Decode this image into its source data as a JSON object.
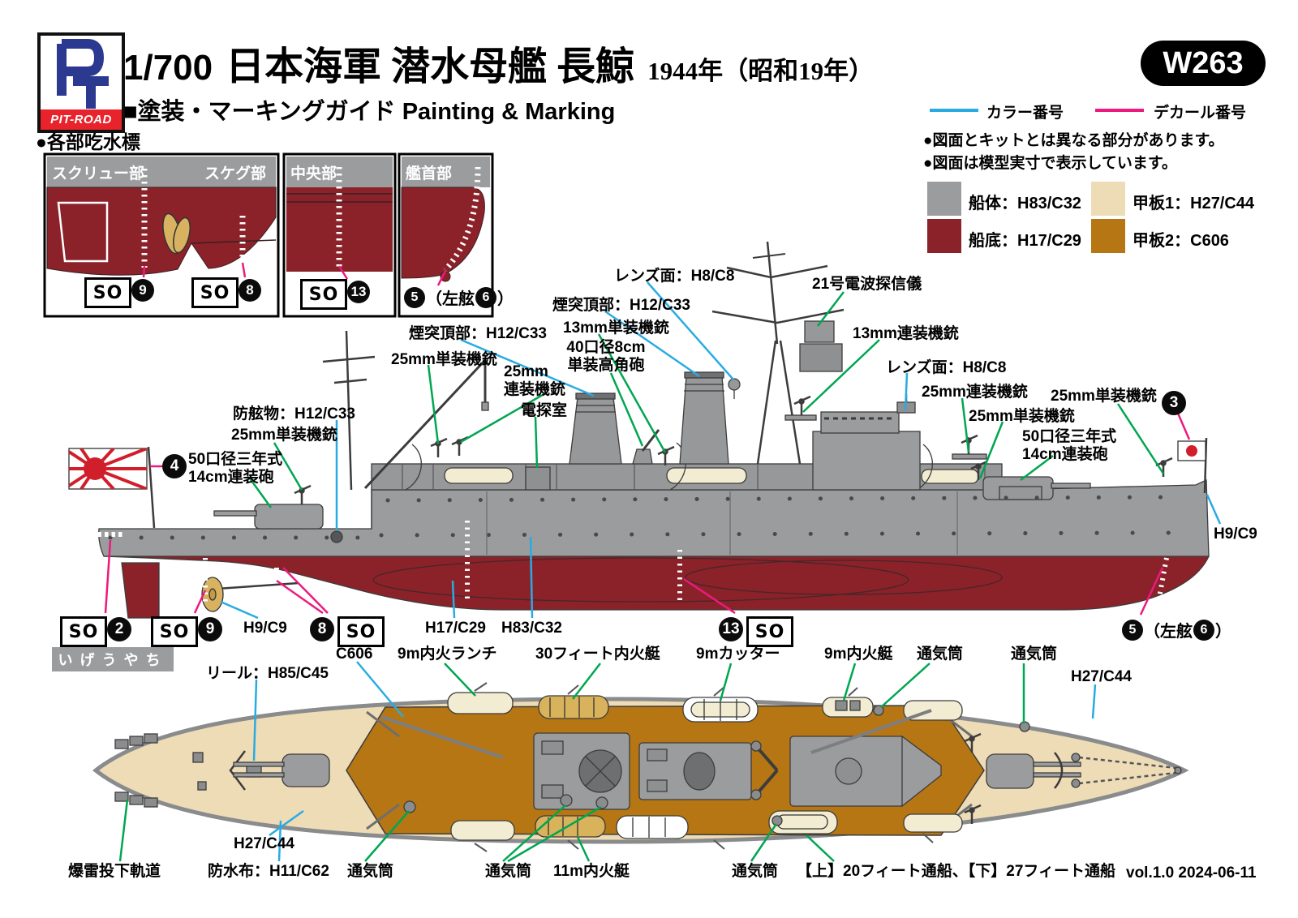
{
  "header": {
    "logo_text": "PIT-ROAD",
    "scale": "1/700",
    "title": "日本海軍 潜水母艦 長鯨",
    "year": "1944年（昭和19年）",
    "subtitle": "■塗装・マーキングガイド Painting & Marking",
    "kit_number": "W263"
  },
  "legend": {
    "color_line_label": "カラー番号",
    "decal_line_label": "デカール番号",
    "note1": "●図面とキットとは異なる部分があります。",
    "note2": "●図面は模型実寸で表示しています。",
    "swatches": [
      {
        "label": "船体：H83/C32",
        "color": "#9b9c9e"
      },
      {
        "label": "船底：H17/C29",
        "color": "#8b2229"
      },
      {
        "label": "甲板1：H27/C44",
        "color": "#eedcb6"
      },
      {
        "label": "甲板2：C606",
        "color": "#b57613"
      }
    ]
  },
  "colors": {
    "hull_gray": "#9b9c9e",
    "bottom_red": "#8b2229",
    "deck_tan": "#eedcb6",
    "deck_brown": "#b57613",
    "color_line": "#29abe2",
    "part_line": "#00a651",
    "decal_line": "#ec1a7e"
  },
  "draft": {
    "heading": "●各部吃水標",
    "box1_left": "スクリュー部",
    "box1_right": "スケグ部",
    "box2": "中央部",
    "box3": "艦首部"
  },
  "marks": {
    "so": "SO"
  },
  "decals": {
    "d2": "2",
    "d3": "3",
    "d4": "4",
    "d5": "5",
    "d6": "6",
    "d8": "8",
    "d9": "9",
    "d13": "13",
    "port_open": "（左舷",
    "paren_close": "）"
  },
  "side": {
    "labels": [
      "レンズ面：H8/C8",
      "21号電波探信儀",
      "煙突頂部：H12/C33",
      "13mm単装機銃",
      "13mm連装機銃",
      "煙突頂部：H12/C33",
      "40口径8cm\n単装高角砲",
      "25mm単装機銃",
      "レンズ面：H8/C8",
      "25mm\n連装機銃",
      "25mm連装機銃",
      "電探室",
      "25mm単装機銃",
      "防舷物：H12/C33",
      "25mm単装機銃",
      "50口径三年式\n14cm連装砲",
      "25mm単装機銃",
      "50口径三年式\n14cm連装砲",
      "H9/C9"
    ],
    "bottom": [
      "H9/C9",
      "H17/C29",
      "H83/C32"
    ],
    "nameplate": "いげうやち"
  },
  "plan": {
    "top": [
      "リール：H85/C45",
      "C606",
      "9m内火ランチ",
      "30フィート内火艇",
      "9mカッター",
      "9m内火艇",
      "通気筒",
      "通気筒",
      "H27/C44"
    ],
    "bottom": [
      "爆雷投下軌道",
      "H27/C44",
      "防水布：H11/C62",
      "通気筒",
      "通気筒",
      "11m内火艇",
      "通気筒",
      "【上】20フィート通船、【下】27フィート通船"
    ]
  },
  "footer": {
    "version": "vol.1.0 2024-06-11"
  }
}
